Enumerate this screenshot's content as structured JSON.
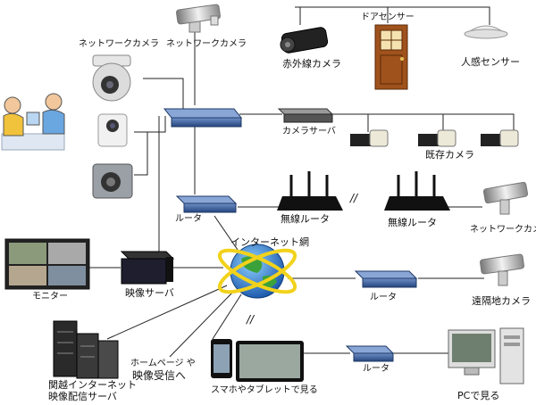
{
  "labels": {
    "network_camera_left": "ネットワークカメラ",
    "network_camera_top": "ネットワークカメラ",
    "infrared_camera": "赤外線カメラ",
    "door_sensor": "ドアセンサー",
    "motion_sensor": "人感センサー",
    "camera_server": "カメラサーバ",
    "existing_cameras": "既存カメラ",
    "router_mid": "ルータ",
    "wireless_router_1": "無線ルータ",
    "wireless_router_2": "無線ルータ",
    "network_camera_right": "ネットワークカメラ",
    "internet": "インターネット網",
    "monitor": "モニター",
    "video_server": "映像サーバ",
    "router_right": "ルータ",
    "remote_camera": "遠隔地カメラ",
    "distribution_server_line1": "関越インターネット",
    "distribution_server_line2": "映像配信サーバ",
    "homepage_line1": "ホームページ や",
    "homepage_line2": "映像受信へ",
    "smartphone_tablet": "スマホやタブレットで見る",
    "router_bottom": "ルータ",
    "pc_view": "PCで見る"
  },
  "symbols": {
    "wireless_link_1": "//",
    "wireless_link_2": "//"
  },
  "colors": {
    "router_blue": "#3b5f9a",
    "camera_white": "#e9e9e9",
    "door_brown": "#a0521c",
    "globe_blue": "#1f6fc4",
    "globe_green": "#3ba23b",
    "ring_yellow": "#f2d21b",
    "line": "#222222"
  }
}
